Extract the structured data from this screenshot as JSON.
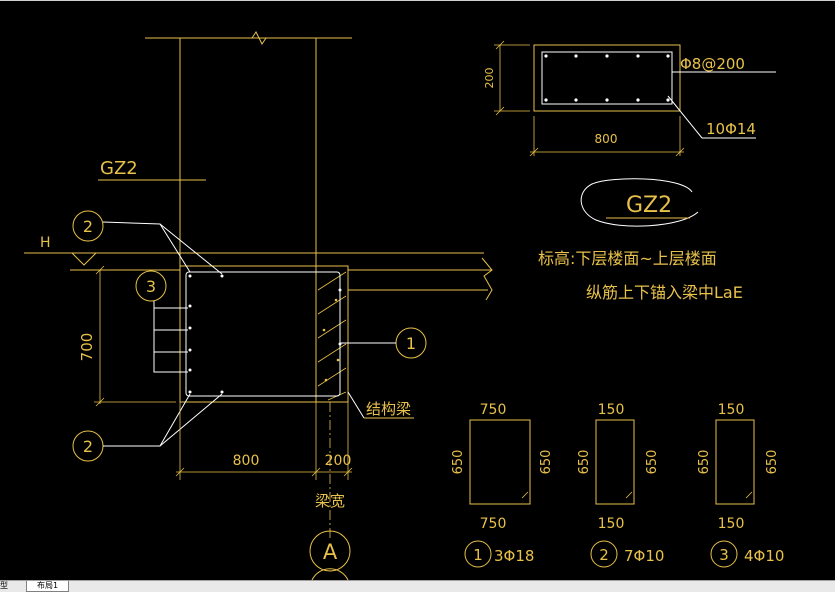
{
  "drawing": {
    "column_tag": "GZ2",
    "elevation_mark": "H",
    "dim_height_700": "700",
    "dim_width_800": "800",
    "dim_width_200": "200",
    "beam_width_label": "梁宽",
    "structural_beam_label": "结构梁",
    "axis_label": "A",
    "callout_1": "1",
    "callout_2": "2",
    "callout_3": "3",
    "section_width": "800",
    "section_height": "200",
    "stirrup_spec": "Φ8@200",
    "main_bar_spec": "10Φ14",
    "gz2_circled": "GZ2",
    "note_elevation": "标高:下层楼面~上层楼面",
    "note_anchorage": "纵筋上下锚入梁中LaE",
    "details": [
      {
        "top": "750",
        "bottom": "750",
        "left": "650",
        "right": "650",
        "num": "1",
        "spec": "3Φ18"
      },
      {
        "top": "150",
        "bottom": "150",
        "left": "650",
        "right": "650",
        "num": "2",
        "spec": "7Φ10"
      },
      {
        "top": "150",
        "bottom": "150",
        "left": "650",
        "right": "650",
        "num": "3",
        "spec": "4Φ10"
      }
    ]
  },
  "tabs": {
    "edge_label": "型",
    "active_tab": "布局1"
  },
  "colors": {
    "background": "#000000",
    "drawing": "#e8c14a",
    "annotation": "#ffffff"
  }
}
